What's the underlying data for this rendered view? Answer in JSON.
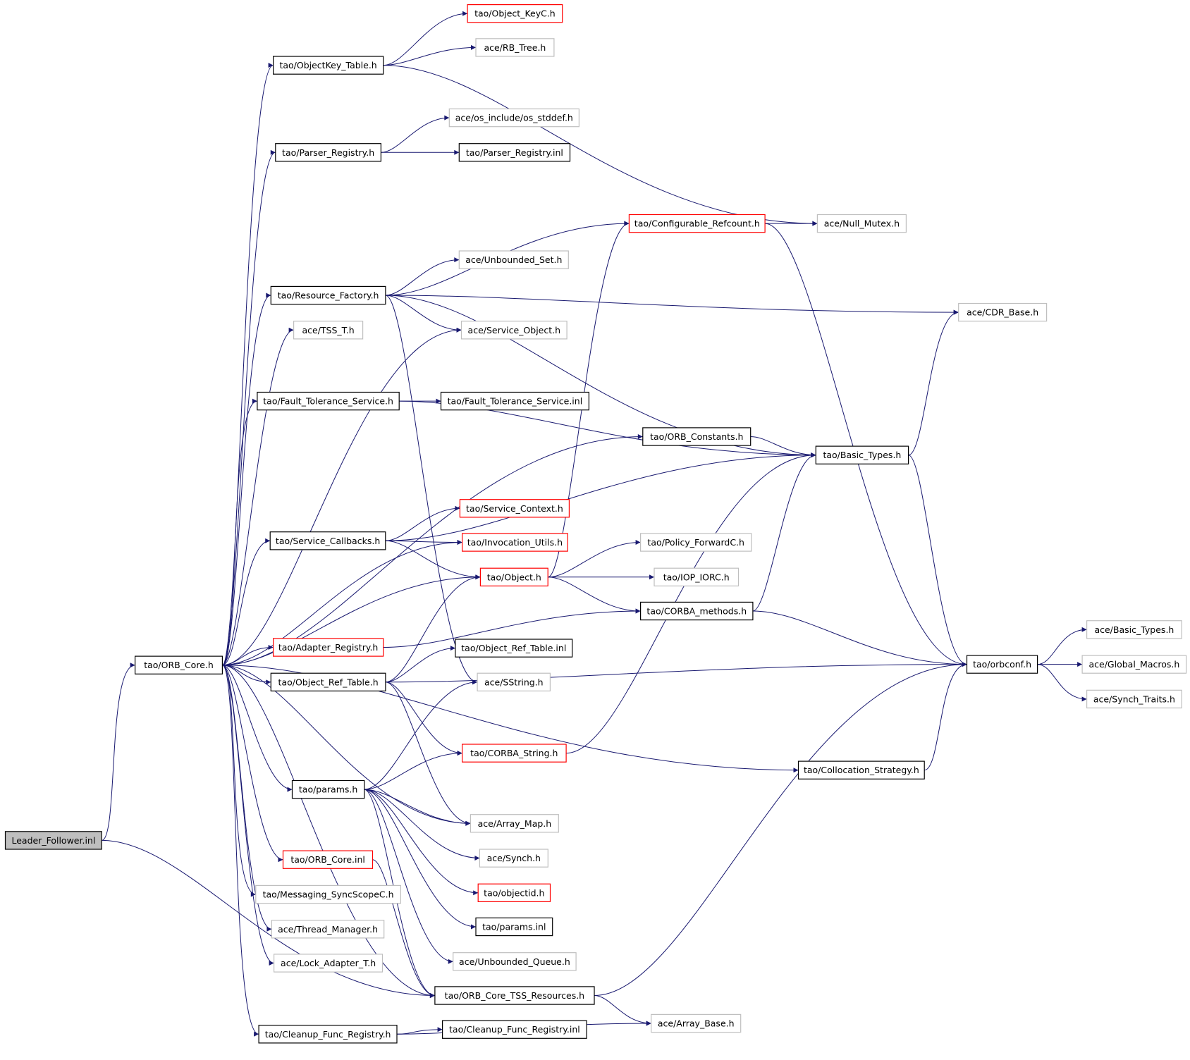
{
  "colors": {
    "edge": "#191970",
    "border_documented": "#000000",
    "border_truncated": "#ff0000",
    "border_external": "#bfbfbf",
    "root_fill": "#bfbfbf",
    "text": "#000000"
  },
  "nodes": [
    {
      "id": "leader_follower_inl",
      "label": "Leader_Follower.inl",
      "kind": "root"
    },
    {
      "id": "orb_core_h",
      "label": "tao/ORB_Core.h",
      "kind": "documented"
    },
    {
      "id": "objectkeyc_h",
      "label": "tao/Object_KeyC.h",
      "kind": "truncated"
    },
    {
      "id": "rb_tree_h",
      "label": "ace/RB_Tree.h",
      "kind": "external"
    },
    {
      "id": "objectkey_table_h",
      "label": "tao/ObjectKey_Table.h",
      "kind": "documented"
    },
    {
      "id": "os_stddef_h",
      "label": "ace/os_include/os_stddef.h",
      "kind": "external"
    },
    {
      "id": "parser_registry_h",
      "label": "tao/Parser_Registry.h",
      "kind": "documented"
    },
    {
      "id": "parser_registry_inl",
      "label": "tao/Parser_Registry.inl",
      "kind": "documented"
    },
    {
      "id": "configurable_refcount_h",
      "label": "tao/Configurable_Refcount.h",
      "kind": "truncated"
    },
    {
      "id": "null_mutex_h",
      "label": "ace/Null_Mutex.h",
      "kind": "external"
    },
    {
      "id": "unbounded_set_h",
      "label": "ace/Unbounded_Set.h",
      "kind": "external"
    },
    {
      "id": "resource_factory_h",
      "label": "tao/Resource_Factory.h",
      "kind": "documented"
    },
    {
      "id": "cdr_base_h",
      "label": "ace/CDR_Base.h",
      "kind": "external"
    },
    {
      "id": "tss_t_h",
      "label": "ace/TSS_T.h",
      "kind": "external"
    },
    {
      "id": "service_object_h",
      "label": "ace/Service_Object.h",
      "kind": "external"
    },
    {
      "id": "fault_tolerance_service_h",
      "label": "tao/Fault_Tolerance_Service.h",
      "kind": "documented"
    },
    {
      "id": "fault_tolerance_service_inl",
      "label": "tao/Fault_Tolerance_Service.inl",
      "kind": "documented"
    },
    {
      "id": "orb_constants_h",
      "label": "tao/ORB_Constants.h",
      "kind": "documented"
    },
    {
      "id": "basic_types_tao_h",
      "label": "tao/Basic_Types.h",
      "kind": "documented"
    },
    {
      "id": "service_context_h",
      "label": "tao/Service_Context.h",
      "kind": "truncated"
    },
    {
      "id": "service_callbacks_h",
      "label": "tao/Service_Callbacks.h",
      "kind": "documented"
    },
    {
      "id": "invocation_utils_h",
      "label": "tao/Invocation_Utils.h",
      "kind": "truncated"
    },
    {
      "id": "policy_forwardc_h",
      "label": "tao/Policy_ForwardC.h",
      "kind": "external"
    },
    {
      "id": "object_h",
      "label": "tao/Object.h",
      "kind": "truncated"
    },
    {
      "id": "iop_iorc_h",
      "label": "tao/IOP_IORC.h",
      "kind": "external"
    },
    {
      "id": "corba_methods_h",
      "label": "tao/CORBA_methods.h",
      "kind": "documented"
    },
    {
      "id": "ace_basic_types_h",
      "label": "ace/Basic_Types.h",
      "kind": "external"
    },
    {
      "id": "adapter_registry_h",
      "label": "tao/Adapter_Registry.h",
      "kind": "truncated"
    },
    {
      "id": "object_ref_table_inl",
      "label": "tao/Object_Ref_Table.inl",
      "kind": "documented"
    },
    {
      "id": "orbconf_h",
      "label": "tao/orbconf.h",
      "kind": "documented"
    },
    {
      "id": "global_macros_h",
      "label": "ace/Global_Macros.h",
      "kind": "external"
    },
    {
      "id": "object_ref_table_h",
      "label": "tao/Object_Ref_Table.h",
      "kind": "documented"
    },
    {
      "id": "sstring_h",
      "label": "ace/SString.h",
      "kind": "external"
    },
    {
      "id": "synch_traits_h",
      "label": "ace/Synch_Traits.h",
      "kind": "external"
    },
    {
      "id": "corba_string_h",
      "label": "tao/CORBA_String.h",
      "kind": "truncated"
    },
    {
      "id": "collocation_strategy_h",
      "label": "tao/Collocation_Strategy.h",
      "kind": "documented"
    },
    {
      "id": "params_h",
      "label": "tao/params.h",
      "kind": "documented"
    },
    {
      "id": "array_map_h",
      "label": "ace/Array_Map.h",
      "kind": "external"
    },
    {
      "id": "synch_h",
      "label": "ace/Synch.h",
      "kind": "external"
    },
    {
      "id": "orb_core_inl",
      "label": "tao/ORB_Core.inl",
      "kind": "truncated"
    },
    {
      "id": "objectid_h",
      "label": "tao/objectid.h",
      "kind": "truncated"
    },
    {
      "id": "messaging_syncscopec_h",
      "label": "tao/Messaging_SyncScopeC.h",
      "kind": "external"
    },
    {
      "id": "params_inl",
      "label": "tao/params.inl",
      "kind": "documented"
    },
    {
      "id": "thread_manager_h",
      "label": "ace/Thread_Manager.h",
      "kind": "external"
    },
    {
      "id": "unbounded_queue_h",
      "label": "ace/Unbounded_Queue.h",
      "kind": "external"
    },
    {
      "id": "lock_adapter_t_h",
      "label": "ace/Lock_Adapter_T.h",
      "kind": "external"
    },
    {
      "id": "orb_core_tss_resources_h",
      "label": "tao/ORB_Core_TSS_Resources.h",
      "kind": "documented"
    },
    {
      "id": "array_base_h",
      "label": "ace/Array_Base.h",
      "kind": "external"
    },
    {
      "id": "cleanup_func_registry_h",
      "label": "tao/Cleanup_Func_Registry.h",
      "kind": "documented"
    },
    {
      "id": "cleanup_func_registry_inl",
      "label": "tao/Cleanup_Func_Registry.inl",
      "kind": "documented"
    }
  ],
  "edges": [
    [
      "leader_follower_inl",
      "orb_core_h"
    ],
    [
      "leader_follower_inl",
      "orb_core_tss_resources_h"
    ],
    [
      "orb_core_h",
      "objectkey_table_h"
    ],
    [
      "orb_core_h",
      "parser_registry_h"
    ],
    [
      "orb_core_h",
      "resource_factory_h"
    ],
    [
      "orb_core_h",
      "tss_t_h"
    ],
    [
      "orb_core_h",
      "service_object_h"
    ],
    [
      "orb_core_h",
      "fault_tolerance_service_h"
    ],
    [
      "orb_core_h",
      "orb_constants_h"
    ],
    [
      "orb_core_h",
      "service_callbacks_h"
    ],
    [
      "orb_core_h",
      "invocation_utils_h"
    ],
    [
      "orb_core_h",
      "object_h"
    ],
    [
      "orb_core_h",
      "adapter_registry_h"
    ],
    [
      "orb_core_h",
      "object_ref_table_h"
    ],
    [
      "orb_core_h",
      "collocation_strategy_h"
    ],
    [
      "orb_core_h",
      "params_h"
    ],
    [
      "orb_core_h",
      "array_map_h"
    ],
    [
      "orb_core_h",
      "orb_core_inl"
    ],
    [
      "orb_core_h",
      "messaging_syncscopec_h"
    ],
    [
      "orb_core_h",
      "thread_manager_h"
    ],
    [
      "orb_core_h",
      "lock_adapter_t_h"
    ],
    [
      "orb_core_h",
      "orb_core_tss_resources_h"
    ],
    [
      "orb_core_h",
      "cleanup_func_registry_h"
    ],
    [
      "objectkey_table_h",
      "objectkeyc_h"
    ],
    [
      "objectkey_table_h",
      "rb_tree_h"
    ],
    [
      "objectkey_table_h",
      "null_mutex_h"
    ],
    [
      "parser_registry_h",
      "os_stddef_h"
    ],
    [
      "parser_registry_h",
      "parser_registry_inl"
    ],
    [
      "resource_factory_h",
      "cdr_base_h"
    ],
    [
      "resource_factory_h",
      "basic_types_tao_h"
    ],
    [
      "resource_factory_h",
      "unbounded_set_h"
    ],
    [
      "resource_factory_h",
      "configurable_refcount_h"
    ],
    [
      "resource_factory_h",
      "service_object_h"
    ],
    [
      "resource_factory_h",
      "sstring_h"
    ],
    [
      "configurable_refcount_h",
      "null_mutex_h"
    ],
    [
      "configurable_refcount_h",
      "orbconf_h"
    ],
    [
      "fault_tolerance_service_h",
      "basic_types_tao_h"
    ],
    [
      "fault_tolerance_service_h",
      "fault_tolerance_service_inl"
    ],
    [
      "orb_constants_h",
      "basic_types_tao_h"
    ],
    [
      "basic_types_tao_h",
      "cdr_base_h"
    ],
    [
      "basic_types_tao_h",
      "orbconf_h"
    ],
    [
      "service_callbacks_h",
      "basic_types_tao_h"
    ],
    [
      "service_callbacks_h",
      "service_context_h"
    ],
    [
      "service_callbacks_h",
      "invocation_utils_h"
    ],
    [
      "service_callbacks_h",
      "object_h"
    ],
    [
      "object_h",
      "configurable_refcount_h"
    ],
    [
      "object_h",
      "policy_forwardc_h"
    ],
    [
      "object_h",
      "iop_iorc_h"
    ],
    [
      "object_h",
      "corba_methods_h"
    ],
    [
      "corba_methods_h",
      "basic_types_tao_h"
    ],
    [
      "corba_methods_h",
      "orbconf_h"
    ],
    [
      "adapter_registry_h",
      "corba_methods_h"
    ],
    [
      "object_ref_table_h",
      "object_h"
    ],
    [
      "object_ref_table_h",
      "object_ref_table_inl"
    ],
    [
      "object_ref_table_h",
      "orbconf_h"
    ],
    [
      "object_ref_table_h",
      "corba_string_h"
    ],
    [
      "object_ref_table_h",
      "array_map_h"
    ],
    [
      "corba_string_h",
      "basic_types_tao_h"
    ],
    [
      "collocation_strategy_h",
      "orbconf_h"
    ],
    [
      "params_h",
      "sstring_h"
    ],
    [
      "params_h",
      "corba_string_h"
    ],
    [
      "params_h",
      "array_map_h"
    ],
    [
      "params_h",
      "synch_h"
    ],
    [
      "params_h",
      "objectid_h"
    ],
    [
      "params_h",
      "params_inl"
    ],
    [
      "params_h",
      "unbounded_queue_h"
    ],
    [
      "params_h",
      "orb_core_tss_resources_h"
    ],
    [
      "orb_core_inl",
      "orb_core_tss_resources_h"
    ],
    [
      "orb_core_tss_resources_h",
      "orbconf_h"
    ],
    [
      "orb_core_tss_resources_h",
      "array_base_h"
    ],
    [
      "cleanup_func_registry_h",
      "cleanup_func_registry_inl"
    ],
    [
      "cleanup_func_registry_h",
      "array_base_h"
    ],
    [
      "orbconf_h",
      "ace_basic_types_h"
    ],
    [
      "orbconf_h",
      "global_macros_h"
    ],
    [
      "orbconf_h",
      "synch_traits_h"
    ]
  ]
}
